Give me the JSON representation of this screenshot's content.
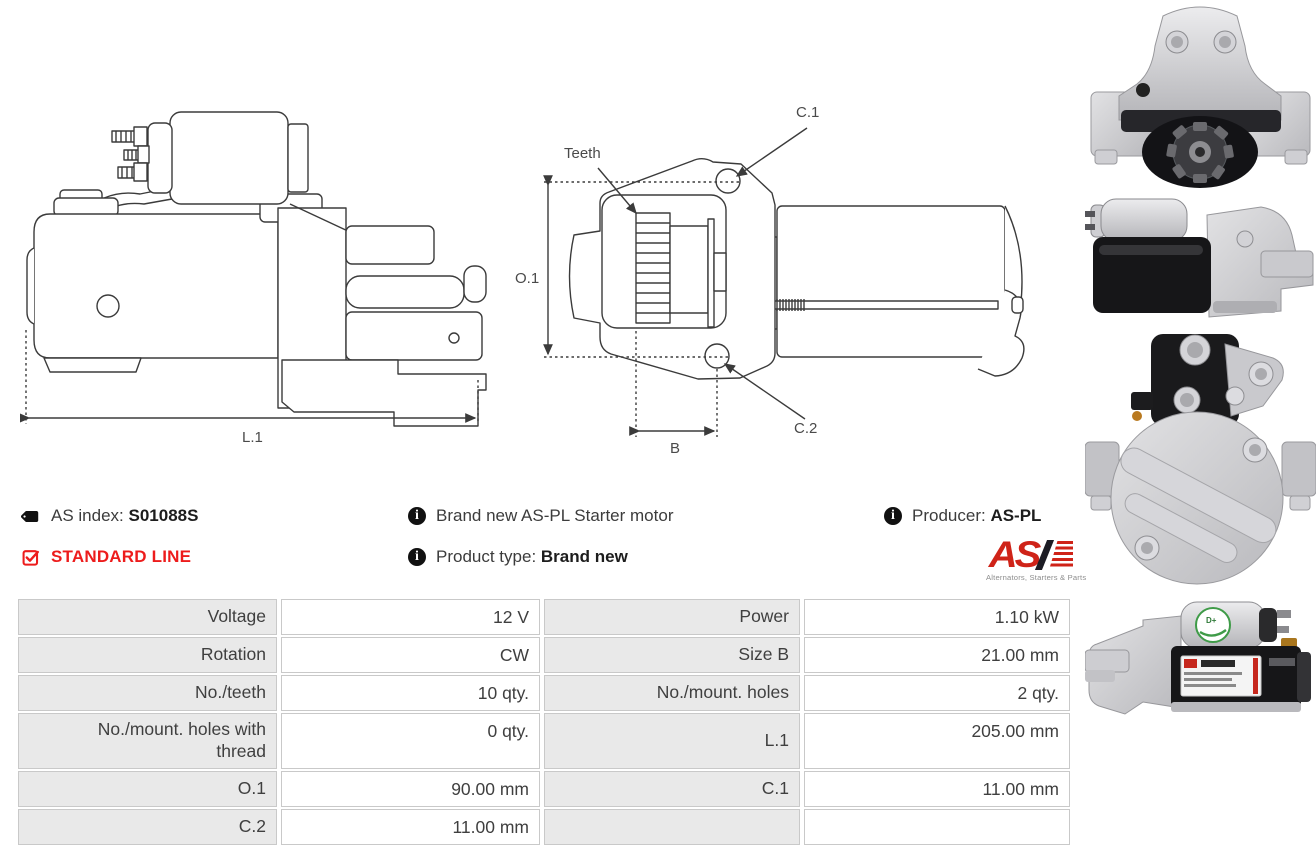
{
  "product": {
    "as_index_label": "AS index:",
    "as_index_value": "S01088S",
    "line_label": "STANDARD LINE",
    "description": "Brand new AS-PL Starter motor",
    "product_type_label": "Product type:",
    "product_type_value": "Brand new",
    "producer_label": "Producer:",
    "producer_value": "AS-PL",
    "logo_text": "AS",
    "logo_tagline": "Alternators, Starters & Parts"
  },
  "diagram_labels": {
    "l1": "L.1",
    "o1": "O.1",
    "b": "B",
    "c1": "C.1",
    "c2": "C.2",
    "teeth": "Teeth"
  },
  "spec_table": {
    "rows": [
      {
        "left_label": "Voltage",
        "left_value": "12 V",
        "right_label": "Power",
        "right_value": "1.10 kW"
      },
      {
        "left_label": "Rotation",
        "left_value": "CW",
        "right_label": "Size B",
        "right_value": "21.00 mm"
      },
      {
        "left_label": "No./teeth",
        "left_value": "10 qty.",
        "right_label": "No./mount. holes",
        "right_value": "2 qty."
      },
      {
        "left_label": "No./mount. holes with thread",
        "left_value": "0 qty.",
        "right_label": "L.1",
        "right_value": "205.00 mm"
      },
      {
        "left_label": "O.1",
        "left_value": "90.00 mm",
        "right_label": "C.1",
        "right_value": "11.00 mm"
      },
      {
        "left_label": "C.2",
        "left_value": "11.00 mm",
        "right_label": "",
        "right_value": ""
      }
    ]
  },
  "colors": {
    "accent_red": "#ed1c1c",
    "logo_red": "#cf2318",
    "table_label_bg": "#e9e9e9",
    "table_border": "#c9c9c9",
    "drawing_line": "#3b3b3b",
    "text": "#3c3c3c"
  }
}
